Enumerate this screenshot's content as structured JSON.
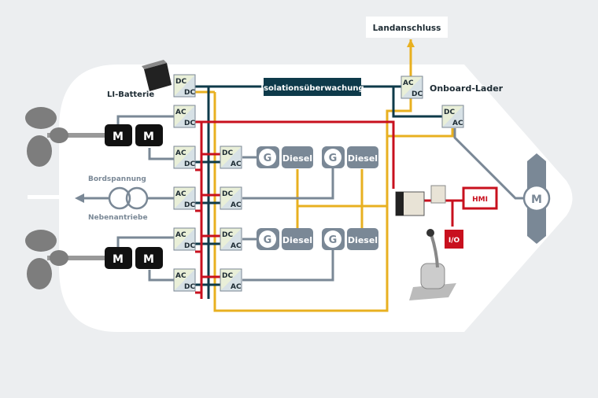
{
  "labels": {
    "shore": "Landanschluss",
    "battery": "LI-Batterie",
    "insulation": "Isolationsüberwachung",
    "charger": "Onboard-Lader",
    "aux1": "Bordspannung",
    "aux2": "Nebenantriebe",
    "hmi": "HMI",
    "io": "I/O",
    "motor": "M",
    "gen": "G",
    "diesel": "Diesel",
    "ac": "AC",
    "dc": "DC"
  },
  "colors": {
    "dc_bus": "#0e3a4a",
    "ac_bus": "#e8b020",
    "control": "#c8101e",
    "power": "#7a8896"
  }
}
